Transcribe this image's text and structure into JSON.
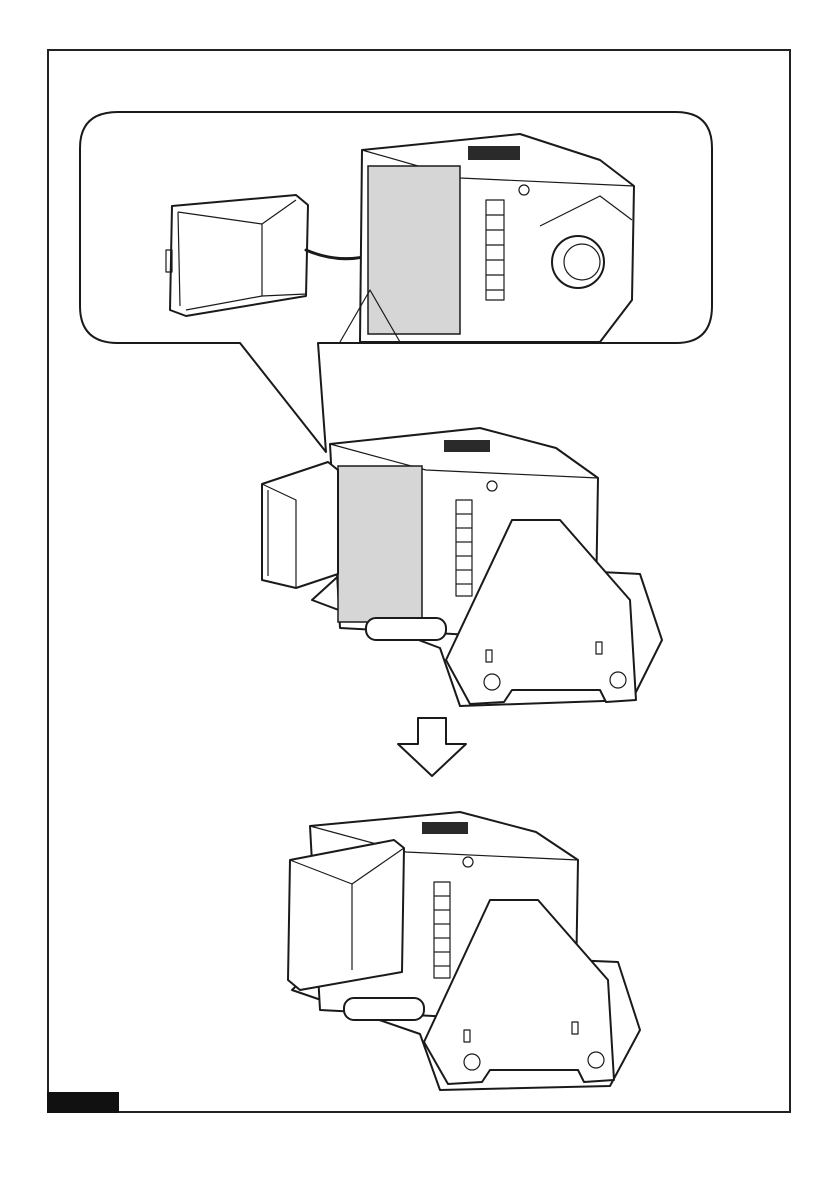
{
  "figure": {
    "step_count": 3,
    "steps": [
      {
        "id": "detail",
        "description_icon": "attach-shade-arrow-icon"
      },
      {
        "id": "shade-open",
        "description_icon": "light-with-open-shade-icon"
      },
      {
        "id": "shade-attached",
        "description_icon": "light-with-shade-attached-icon"
      }
    ],
    "colors": {
      "line": "#1a1a1a",
      "lens": "#d6d6d6",
      "page_tab": "#111111"
    }
  }
}
